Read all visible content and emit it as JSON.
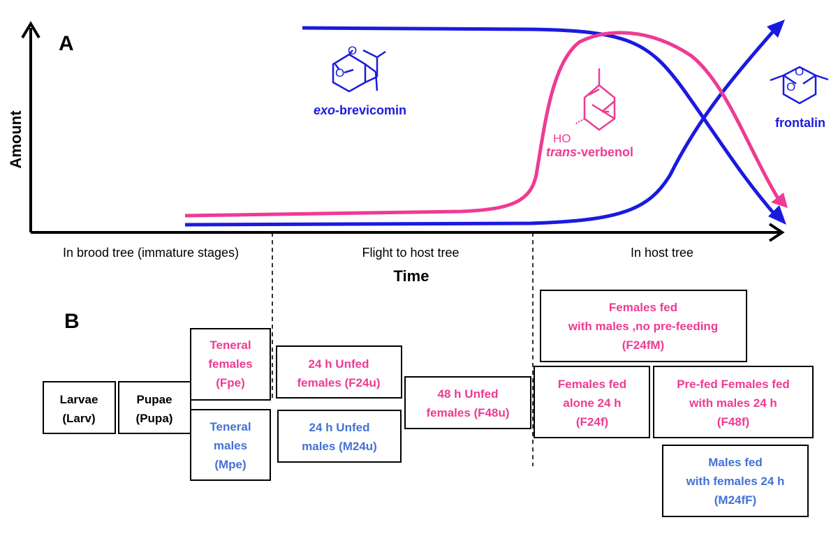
{
  "panel_a": {
    "label": "A",
    "y_axis_label": "Amount",
    "x_axis_label": "Time",
    "phases": [
      "In brood tree (immature stages)",
      "Flight to host tree",
      "In host tree"
    ],
    "compounds": {
      "exo_brevicomin": {
        "prefix": "exo",
        "suffix": "-brevicomin",
        "color": "#1a1adf"
      },
      "trans_verbenol": {
        "prefix": "trans",
        "suffix": "-verbenol",
        "color": "#ee3b93",
        "hydroxyl_label": "HO"
      },
      "frontalin": {
        "label": "frontalin",
        "color": "#1a1adf"
      }
    },
    "ring_atom": "O"
  },
  "panel_b": {
    "label": "B",
    "stages": {
      "larvae": {
        "line1": "Larvae",
        "line2": "(Larv)",
        "color": "#000000"
      },
      "pupae": {
        "line1": "Pupae",
        "line2": "(Pupa)",
        "color": "#000000"
      },
      "teneral_females": {
        "line1": "Teneral",
        "line2": "females",
        "line3": "(Fpe)",
        "color": "#ee3b93"
      },
      "teneral_males": {
        "line1": "Teneral",
        "line2": "males",
        "line3": "(Mpe)",
        "color": "#4472d6"
      },
      "unfed_females_24": {
        "line1": "24 h Unfed",
        "line2": "females (F24u)",
        "color": "#ee3b93"
      },
      "unfed_males_24": {
        "line1": "24 h Unfed",
        "line2": "males (M24u)",
        "color": "#4472d6"
      },
      "unfed_females_48": {
        "line1": "48 h Unfed",
        "line2": "females (F48u)",
        "color": "#ee3b93"
      },
      "females_fed_with_males": {
        "line1": "Females fed",
        "line2": "with males ,no pre-feeding",
        "line3": "(F24fM)",
        "color": "#ee3b93"
      },
      "females_fed_alone": {
        "line1": "Females fed",
        "line2": "alone 24 h",
        "line3": "(F24f)",
        "color": "#ee3b93"
      },
      "prefed_females": {
        "line1": "Pre-fed Females fed",
        "line2": "with males 24 h",
        "line3": "(F48f)",
        "color": "#ee3b93"
      },
      "males_fed": {
        "line1": "Males fed",
        "line2": "with females 24 h",
        "line3": "(M24fF)",
        "color": "#4472d6"
      }
    }
  }
}
